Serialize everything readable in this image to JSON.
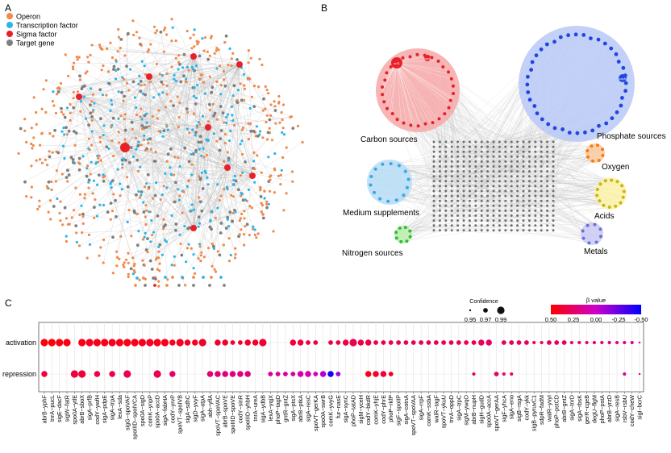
{
  "panels": {
    "a": {
      "letter": "A",
      "legend": [
        {
          "label": "Operon",
          "color": "#f08a4b"
        },
        {
          "label": "Transcription factor",
          "color": "#2cb5e8"
        },
        {
          "label": "Sigma factor",
          "color": "#e8202a"
        },
        {
          "label": "Target gene",
          "color": "#7f7f7f"
        }
      ]
    },
    "b": {
      "letter": "B",
      "groups": [
        {
          "label": "Carbon sources",
          "color": "#f6a8a8",
          "node_color": "#e8202a"
        },
        {
          "label": "Phosphate sources",
          "color": "#b9c8f6",
          "node_color": "#2046e0"
        },
        {
          "label": "Oxygen",
          "color": "#fbc99a",
          "node_color": "#f07d1a"
        },
        {
          "label": "Medium supplements",
          "color": "#b6dcf6",
          "node_color": "#38a7e8"
        },
        {
          "label": "Acids",
          "color": "#fbf2a8",
          "node_color": "#c9b41a"
        },
        {
          "label": "Nitrogen sources",
          "color": "#b7edaa",
          "node_color": "#36b83a"
        },
        {
          "label": "Metals",
          "color": "#c9c9f4",
          "node_color": "#6f6fd8"
        }
      ],
      "node_labels": [
        "ccpN",
        "cr21",
        "ccpA"
      ]
    },
    "c": {
      "letter": "C"
    }
  },
  "colors": {
    "network_edge": "#bdbdbd",
    "target_gene": "#6f6f6f",
    "grid": "#e3e3e3"
  },
  "chart_data": {
    "type": "scatter",
    "title": "",
    "xlabel": "",
    "ylabel": "",
    "rows": [
      "activation",
      "repression"
    ],
    "confidence_legend": {
      "title": "Confidence",
      "values": [
        0.95,
        0.97,
        0.99
      ]
    },
    "beta_legend": {
      "title": "β value",
      "ticks": [
        0.5,
        0.25,
        0.0,
        -0.25,
        -0.5
      ],
      "colors": [
        "#ff0000",
        "#cc00cc",
        "#0000ff"
      ]
    },
    "categories": [
      "abrB−yphF",
      "tnrA−pucL",
      "sigE−dacF",
      "sigW−fatR",
      "spo0A−ytlE",
      "abrB−sboX",
      "sigA−prfB",
      "codY−ywfH",
      "sigA−pdpE",
      "sigA−trpA",
      "lexA−sda",
      "sigG−spoVAF",
      "spoIIID−spoIVCA",
      "spo0A−sigD",
      "comK−ynpP",
      "spo0A−accD",
      "sigA−fabHA",
      "codY−yrvP",
      "spoVT−spoIVB",
      "sigA−sdhC",
      "sigD−yvyF",
      "sigA−atpA",
      "abh−yflA",
      "spoVT−spoVAC",
      "abrB−spoVE",
      "spoIIID−spoVE",
      "codY−sinR",
      "spoIIID−yhbH",
      "tnrA−ureA",
      "sigA−ydbB",
      "lexA−yqjX",
      "phoP−tagD",
      "gntR−gntZ",
      "sigA−ptsX",
      "abrB−ptkA",
      "sigA−resC",
      "spoVT−gerKA",
      "spo0A−swrB",
      "comK−yvyG",
      "fur−nasE",
      "sigA−xynC",
      "phoP−tatAD",
      "sigM−yceH",
      "codY−bkdR",
      "comK−yhjE",
      "codY−phrE",
      "phoP−rkfP",
      "sigF−spoIIP",
      "sigA−cotnA",
      "spoVT−spoVAA",
      "sigA−rrpF",
      "comK−ssbA",
      "walR−tagF",
      "spoVT−ykuU",
      "tnrA−oppD",
      "sigA−trpC",
      "sigM−ywqO",
      "abrB−nupH",
      "sigH−gudD",
      "spo0A−accA",
      "spoVT−gerAA",
      "sigF−yhcA",
      "sigA−eno",
      "sigB−rsgA",
      "codY−ykk",
      "sigB−pyruvC1",
      "sdpR−fadM",
      "walR−yvyI",
      "phoP−pstCD",
      "abrB−gntZ",
      "sigA−tnrD",
      "sigA−rbsK",
      "gerR−cgeB",
      "degU−flgM",
      "phoP−pstA",
      "abrB−yrzD",
      "sigA−resB",
      "rsbV−rsbU",
      "codY−cheW",
      "sigI−bcrC"
    ],
    "activation": {
      "beta": [
        0.47,
        0.48,
        0.46,
        0.45,
        null,
        0.45,
        0.42,
        0.43,
        0.44,
        0.41,
        0.44,
        0.45,
        0.44,
        0.43,
        0.42,
        0.43,
        0.43,
        0.42,
        0.41,
        0.42,
        0.41,
        0.4,
        null,
        0.38,
        0.38,
        0.37,
        0.38,
        0.39,
        0.39,
        0.37,
        null,
        null,
        null,
        0.36,
        0.35,
        0.35,
        0.34,
        null,
        0.34,
        0.35,
        0.34,
        0.3,
        0.34,
        0.33,
        0.32,
        0.32,
        0.3,
        0.3,
        0.3,
        0.31,
        0.3,
        0.32,
        0.3,
        0.3,
        0.31,
        0.3,
        0.3,
        0.3,
        0.29,
        0.25,
        null,
        0.28,
        0.28,
        0.29,
        0.27,
        0.3,
        0.27,
        0.26,
        0.27,
        0.25,
        0.26,
        0.25,
        0.24,
        0.22,
        0.2,
        0.21,
        0.18,
        0.18,
        0.15,
        0.05
      ],
      "confidence": [
        0.99,
        0.99,
        0.99,
        0.99,
        null,
        0.99,
        0.99,
        0.99,
        0.99,
        0.99,
        0.99,
        0.99,
        0.99,
        0.99,
        0.99,
        0.99,
        0.99,
        0.98,
        0.99,
        0.98,
        0.98,
        0.99,
        null,
        0.98,
        0.98,
        0.97,
        0.97,
        0.98,
        0.98,
        0.99,
        null,
        null,
        null,
        0.98,
        0.98,
        0.97,
        0.97,
        null,
        0.97,
        0.97,
        0.98,
        0.99,
        0.98,
        0.98,
        0.97,
        0.97,
        0.97,
        0.97,
        0.97,
        0.97,
        0.97,
        0.97,
        0.97,
        0.97,
        0.97,
        0.97,
        0.97,
        0.97,
        0.98,
        0.98,
        null,
        0.97,
        0.97,
        0.97,
        0.97,
        0.96,
        0.96,
        0.97,
        0.97,
        0.97,
        0.96,
        0.96,
        0.96,
        0.96,
        0.96,
        0.96,
        0.96,
        0.96,
        0.96,
        0.95
      ]
    },
    "repression": {
      "beta": [
        0.35,
        null,
        null,
        null,
        0.35,
        0.35,
        null,
        0.33,
        null,
        0.32,
        null,
        0.3,
        null,
        null,
        null,
        0.3,
        null,
        0.25,
        null,
        null,
        null,
        null,
        0.22,
        0.2,
        0.2,
        0.18,
        0.2,
        0.18,
        null,
        null,
        0.15,
        0.12,
        0.12,
        0.14,
        0.08,
        0.08,
        0.05,
        -0.05,
        -0.45,
        -0.1,
        null,
        null,
        null,
        0.45,
        0.4,
        0.35,
        0.4,
        null,
        null,
        null,
        null,
        null,
        null,
        null,
        null,
        null,
        null,
        0.3,
        null,
        null,
        0.25,
        0.25,
        0.3,
        null,
        null,
        null,
        null,
        null,
        null,
        null,
        null,
        null,
        null,
        null,
        null,
        null,
        null,
        0.1,
        null,
        0.2
      ],
      "confidence": [
        0.98,
        null,
        null,
        null,
        0.99,
        0.99,
        null,
        0.98,
        null,
        0.98,
        null,
        0.99,
        null,
        null,
        null,
        0.99,
        null,
        0.98,
        null,
        null,
        null,
        null,
        0.98,
        0.98,
        0.98,
        0.98,
        0.98,
        0.98,
        null,
        null,
        0.97,
        0.97,
        0.97,
        0.97,
        0.98,
        0.98,
        0.97,
        0.98,
        0.98,
        0.97,
        null,
        null,
        null,
        0.98,
        0.98,
        0.98,
        0.97,
        null,
        null,
        null,
        null,
        null,
        null,
        null,
        null,
        null,
        null,
        0.96,
        null,
        null,
        0.97,
        0.96,
        0.96,
        null,
        null,
        null,
        null,
        null,
        null,
        null,
        null,
        null,
        null,
        null,
        null,
        null,
        null,
        0.96,
        null,
        0.95
      ]
    }
  }
}
